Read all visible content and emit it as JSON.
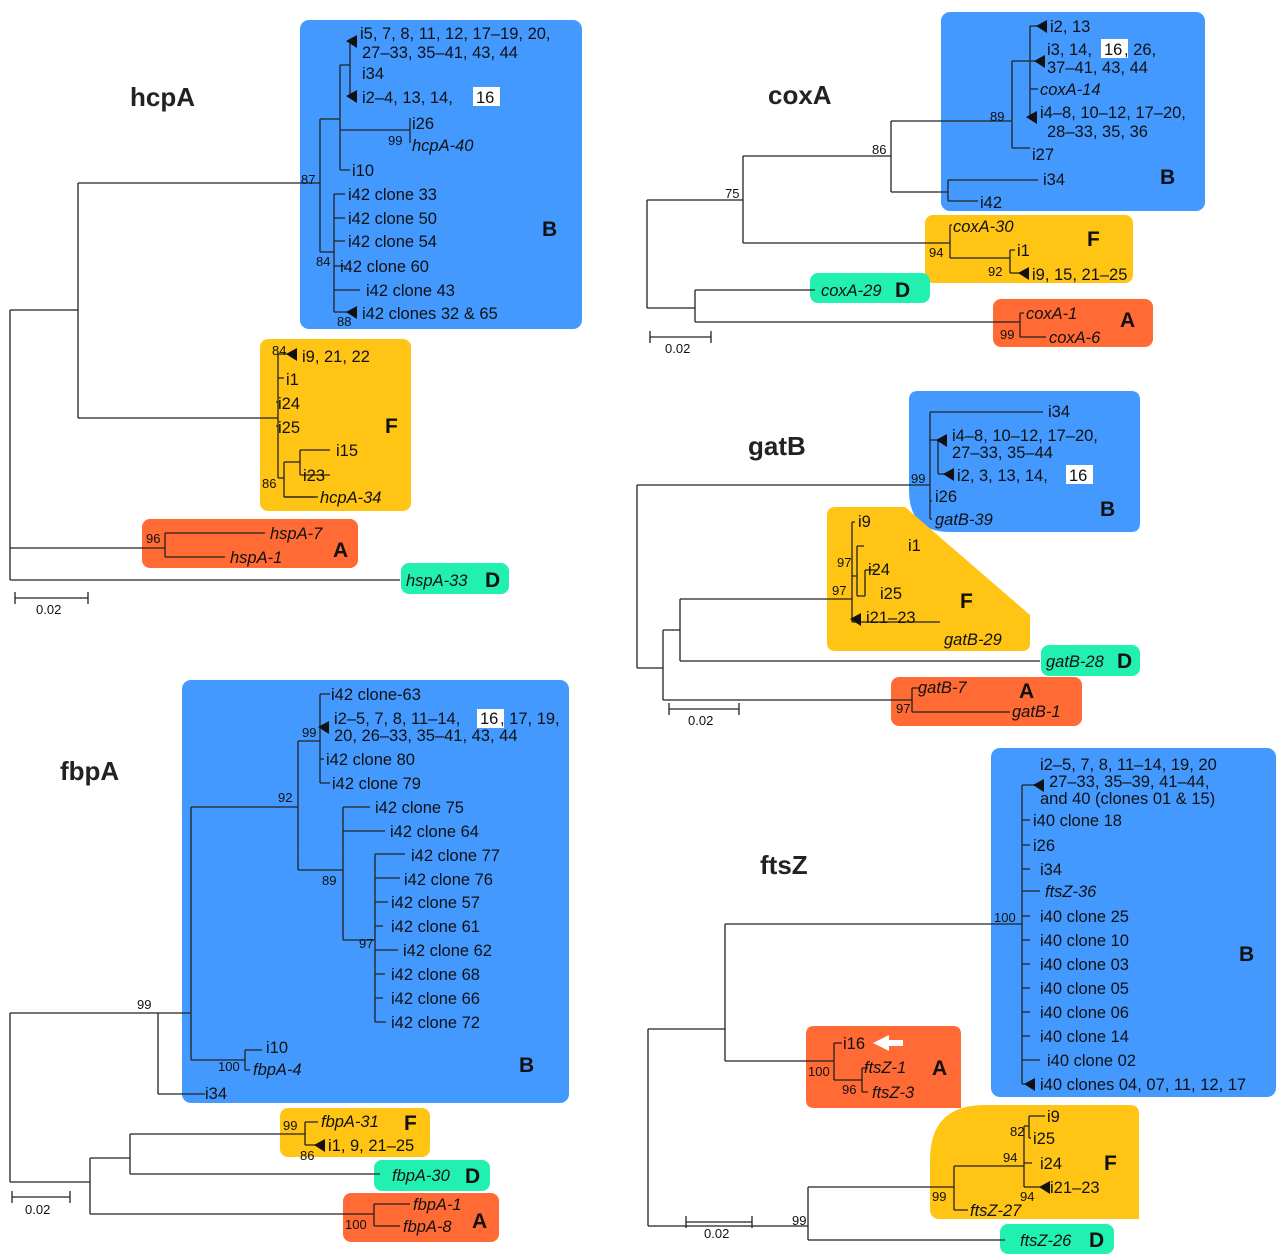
{
  "colors": {
    "B": "#4499ff",
    "F": "#ffc414",
    "A": "#ff6a35",
    "D": "#22f0b0",
    "highlight": "#ffffff"
  },
  "scale_label": "0.02",
  "group_labels": {
    "A": "A",
    "B": "B",
    "D": "D",
    "F": "F"
  },
  "icons": {
    "collapsed_clade": "black-triangle",
    "arrow": "white-left-arrow"
  },
  "hcpA": {
    "title": "hcpA",
    "highlight": "16",
    "labels": [
      "i5, 7, 8, 11, 12, 17–19, 20,",
      "27–33, 35–41, 43, 44",
      "i34",
      "i2–4, 13, 14,",
      "i26",
      "hcpA-40",
      "i10",
      "i42 clone 33",
      "i42 clone 50",
      "i42 clone 54",
      "i42 clone 60",
      "i42 clone 43",
      "i42 clones 32 & 65",
      "i9, 21, 22",
      "i1",
      "i24",
      "i25",
      "i15",
      "i23",
      "hcpA-34",
      "hspA-7",
      "hspA-1",
      "hspA-33"
    ],
    "bootstrap": [
      "87",
      "84",
      "88",
      "99",
      "84",
      "86",
      "96"
    ]
  },
  "coxA": {
    "title": "coxA",
    "highlight": "16",
    "labels": [
      "i2, 13",
      "i3, 14,",
      ", 26,",
      "37–41, 43, 44",
      "coxA-14",
      "i4–8, 10–12, 17–20,",
      "28–33, 35, 36",
      "i27",
      "i34",
      "i42",
      "coxA-30",
      "i1",
      "i9, 15, 21–25",
      "coxA-29",
      "coxA-1",
      "coxA-6"
    ],
    "bootstrap": [
      "89",
      "86",
      "75",
      "94",
      "92",
      "99"
    ]
  },
  "gatB": {
    "title": "gatB",
    "highlight": "16",
    "labels": [
      "i34",
      "i4–8, 10–12, 17–20,",
      "27–33, 35–44",
      "i2, 3, 13, 14,",
      "i26",
      "gatB-39",
      "i9",
      "i1",
      "i24",
      "i25",
      "i21–23",
      "gatB-29",
      "gatB-28",
      "gatB-7",
      "gatB-1"
    ],
    "bootstrap": [
      "99",
      "97",
      "97",
      "97"
    ]
  },
  "fbpA": {
    "title": "fbpA",
    "highlight": "16",
    "labels": [
      "i42 clone-63",
      "i2–5, 7, 8, 11–14,",
      ", 17, 19,",
      "20, 26–33, 35–41, 43, 44",
      "i42 clone 80",
      "i42 clone 79",
      "i42 clone 75",
      "i42 clone 64",
      "i42 clone 77",
      "i42 clone 76",
      "i42 clone 57",
      "i42 clone 61",
      "i42 clone 62",
      "i42 clone 68",
      "i42 clone 66",
      "i42 clone 72",
      "i10",
      "fbpA-4",
      "i34",
      "fbpA-31",
      "i1, 9, 21–25",
      "fbpA-30",
      "fbpA-1",
      "fbpA-8"
    ],
    "bootstrap": [
      "99",
      "92",
      "89",
      "97",
      "99",
      "100",
      "99",
      "86",
      "100"
    ]
  },
  "ftsZ": {
    "title": "ftsZ",
    "labels": [
      "i2–5, 7, 8, 11–14, 19, 20",
      "27–33, 35–39, 41–44,",
      "and 40 (clones 01 & 15)",
      "i40 clone 18",
      "i26",
      "i34",
      "ftsZ-36",
      "i40 clone 25",
      "i40 clone 10",
      "i40 clone 03",
      "i40 clone 05",
      "i40 clone 06",
      "i40 clone 14",
      "i40 clone 02",
      "i40 clones 04, 07, 11, 12, 17",
      "i16",
      "ftsZ-1",
      "ftsZ-3",
      "i9",
      "i25",
      "i24",
      "i21–23",
      "ftsZ-27",
      "ftsZ-26"
    ],
    "bootstrap": [
      "100",
      "100",
      "96",
      "82",
      "94",
      "94",
      "99",
      "99"
    ]
  }
}
